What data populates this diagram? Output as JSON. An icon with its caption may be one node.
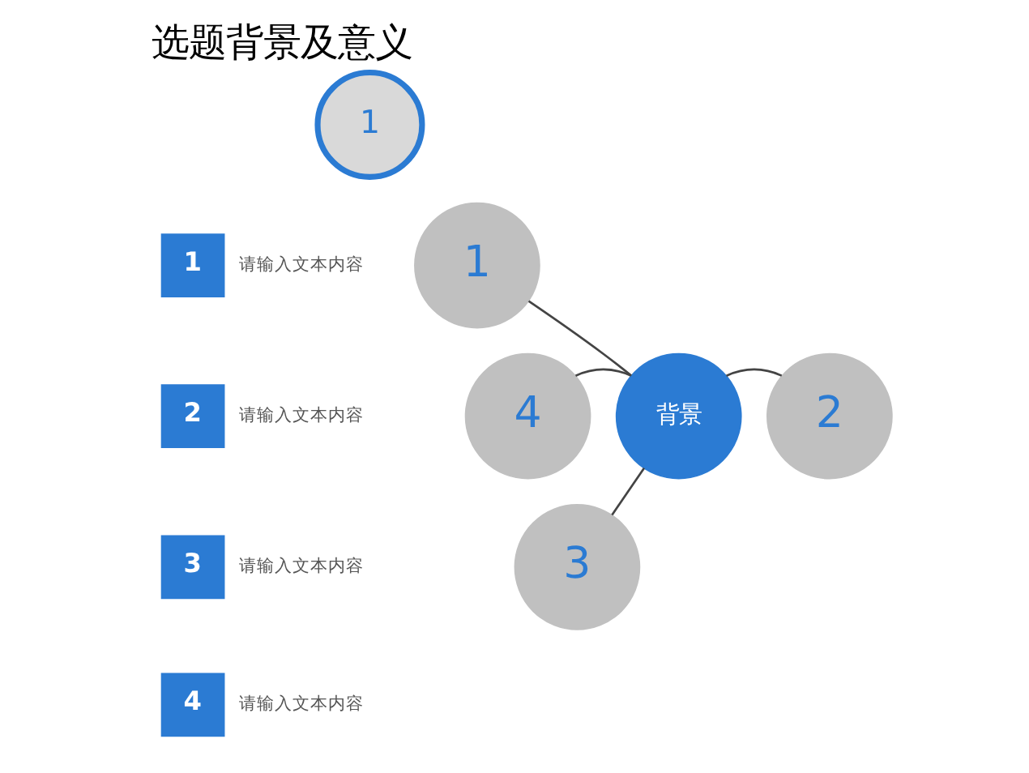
{
  "diagram": {
    "title": "选题背景及意义",
    "nodes": [
      {
        "text": [
          "1"
        ]
      },
      {
        "text": [
          "1"
        ],
        "beside": [
          "请输入文本内容"
        ]
      },
      {
        "text": [
          "2"
        ],
        "beside": [
          "请输入文本内容"
        ]
      },
      {
        "text": [
          "3"
        ],
        "beside": [
          "请输入文本内容"
        ]
      },
      {
        "text": [
          "4"
        ],
        "beside": [
          "请输入文本内容"
        ]
      },
      {
        "text": [
          "1"
        ]
      },
      {
        "text": [
          "4"
        ]
      },
      {
        "text": [
          "背景"
        ]
      },
      {
        "text": [
          "2"
        ]
      },
      {
        "text": [
          "3"
        ]
      }
    ],
    "edges": [
      {
        "from": 7,
        "to": 5,
        "arrow": "none"
      },
      {
        "from": 7,
        "to": 8,
        "arrow": "none"
      },
      {
        "from": 7,
        "to": 9,
        "arrow": "none"
      },
      {
        "from": 7,
        "to": 6,
        "arrow": "none"
      }
    ]
  }
}
